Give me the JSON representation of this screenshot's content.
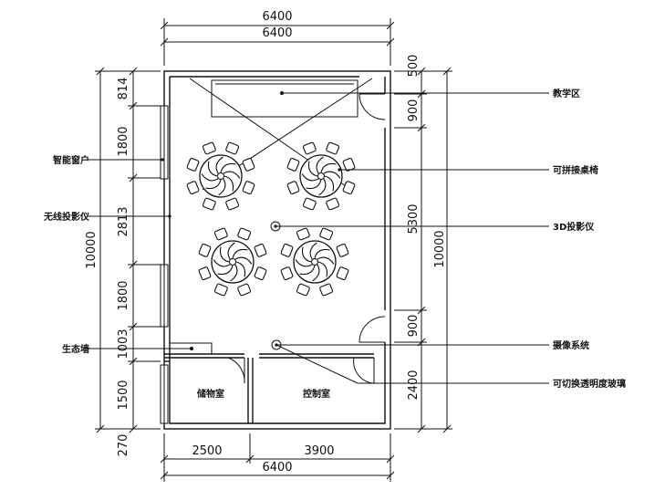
{
  "dims": {
    "top": [
      "6400",
      "6400"
    ],
    "bottom": [
      "2500",
      "3900",
      "6400"
    ],
    "left": [
      "814",
      "1800",
      "2813",
      "1800",
      "1003",
      "1500",
      "270"
    ],
    "left_total": "10000",
    "right": [
      "500",
      "900",
      "5300",
      "900",
      "2400"
    ],
    "right_total": "10000"
  },
  "labels": {
    "left": [
      "智能窗户",
      "无线投影仪",
      "生态墙"
    ],
    "right": [
      "教学区",
      "可拼接桌椅",
      "3D投影仪",
      "摄像系统",
      "可切换透明度玻璃"
    ],
    "rooms": [
      "储物室",
      "控制室"
    ]
  }
}
